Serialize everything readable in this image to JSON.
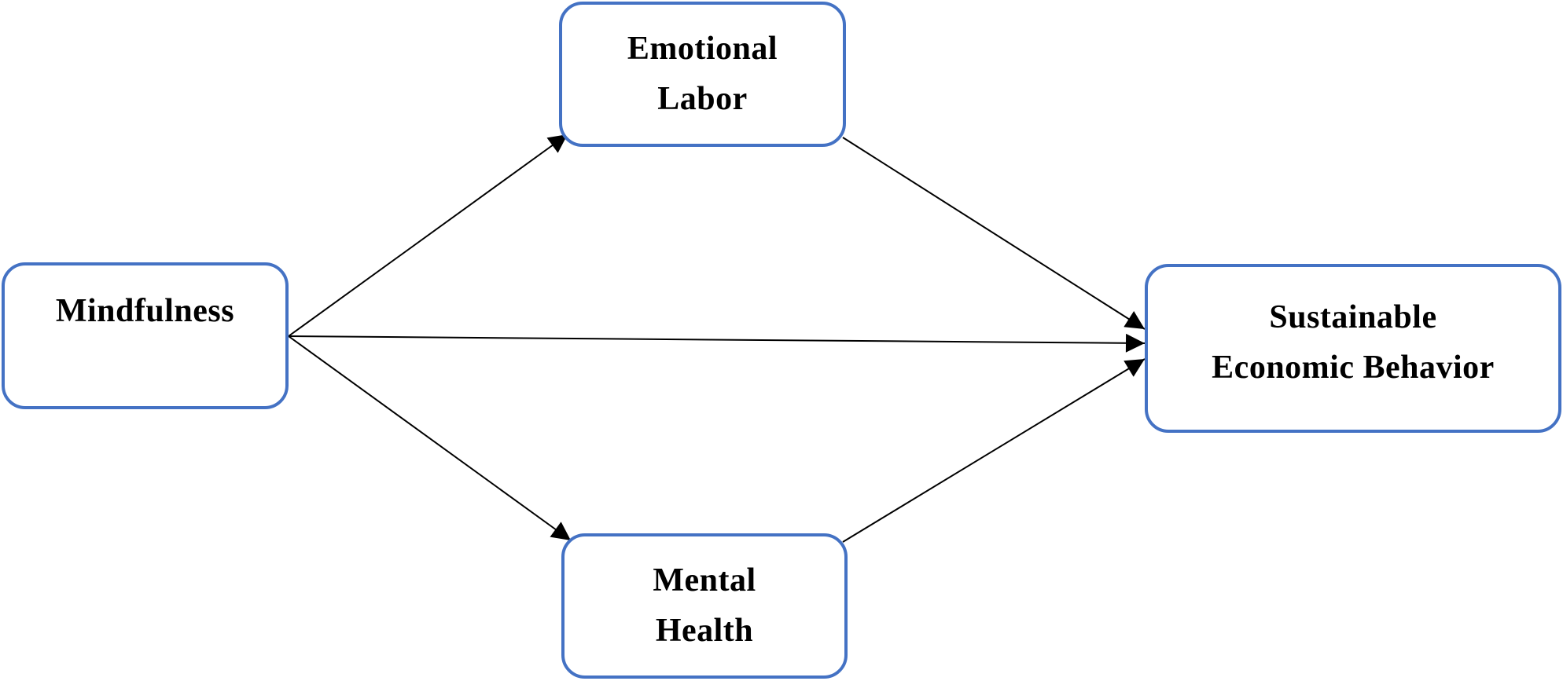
{
  "diagram": {
    "nodes": {
      "mindfulness": {
        "lines": [
          "Mindfulness"
        ]
      },
      "emotional_labor": {
        "lines": [
          "Emotional",
          "Labor"
        ]
      },
      "mental_health": {
        "lines": [
          "Mental",
          "Health"
        ]
      },
      "sustainable_economic_behavior": {
        "lines": [
          "Sustainable",
          "Economic Behavior"
        ]
      }
    },
    "edges": [
      {
        "from": "Mindfulness",
        "to": "Emotional Labor"
      },
      {
        "from": "Mindfulness",
        "to": "Sustainable Economic Behavior"
      },
      {
        "from": "Mindfulness",
        "to": "Mental Health"
      },
      {
        "from": "Emotional Labor",
        "to": "Sustainable Economic Behavior"
      },
      {
        "from": "Mental Health",
        "to": "Sustainable Economic Behavior"
      }
    ],
    "colors": {
      "box_border": "#4472c4",
      "text": "#000000",
      "arrow": "#000000",
      "background": "#ffffff"
    }
  }
}
